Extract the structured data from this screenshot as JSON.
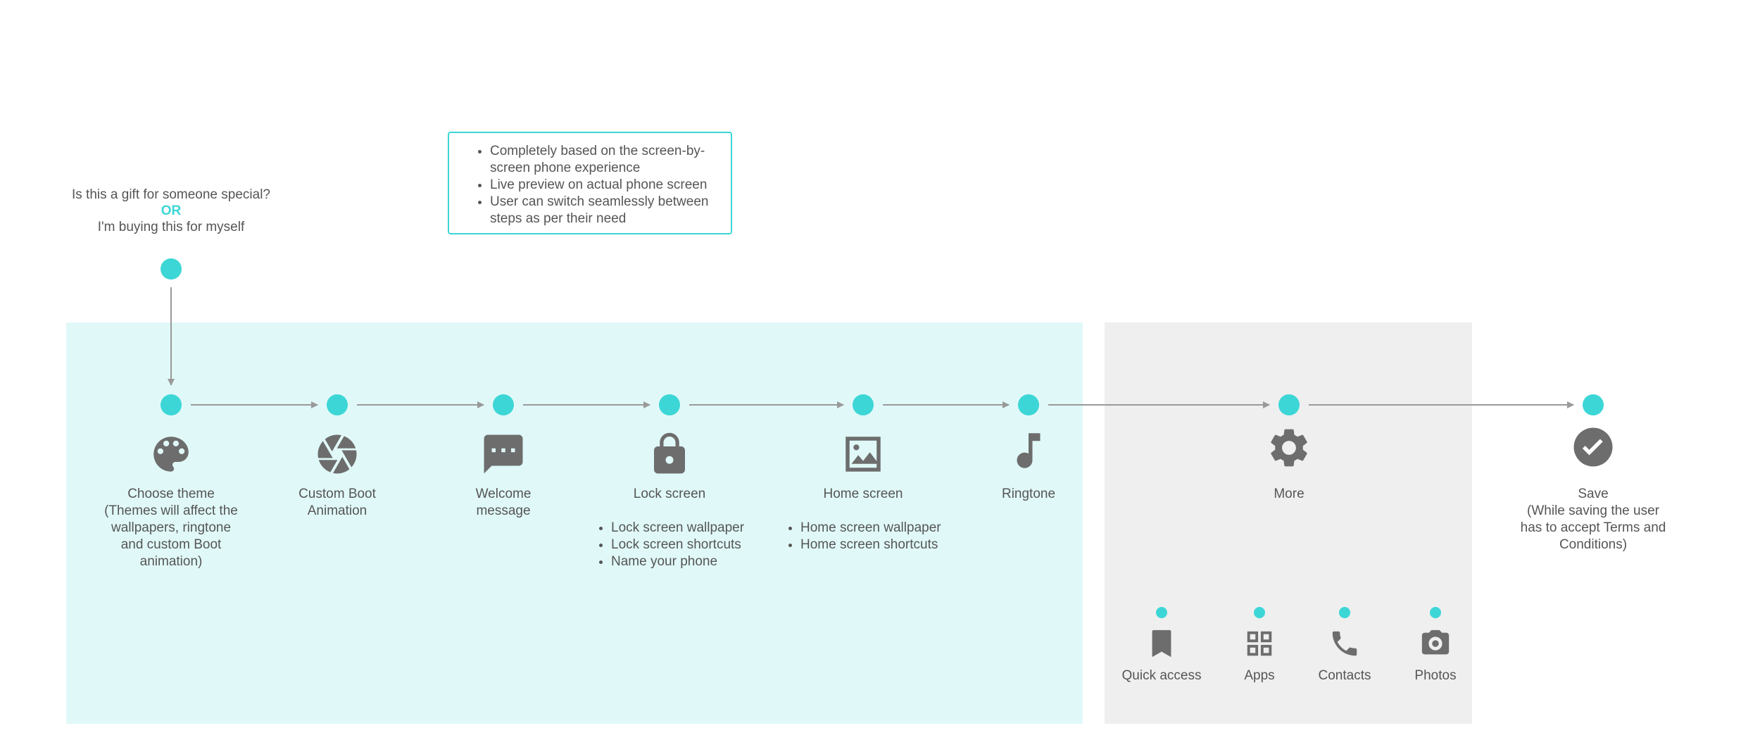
{
  "colors": {
    "accent": "#3dd6d6",
    "icon": "#6d6d6d",
    "line": "#999999",
    "panel_cyan": "#e0f9f8",
    "panel_grey": "#efefef"
  },
  "intro": {
    "question": "Is this a gift for someone special?",
    "or": "OR",
    "alternative": "I'm buying this for myself"
  },
  "callout": {
    "items": [
      "Completely based on the screen-by-screen phone experience",
      "Live preview on actual phone screen",
      "User can switch seamlessly between steps as per their need"
    ]
  },
  "steps": [
    {
      "icon": "palette-icon",
      "title": "Choose theme",
      "sub": "(Themes will affect the wallpapers, ringtone and custom Boot animation)"
    },
    {
      "icon": "shutter-icon",
      "title": "Custom Boot Animation",
      "sub": ""
    },
    {
      "icon": "message-icon",
      "title": "Welcome message",
      "sub": ""
    },
    {
      "icon": "lock-icon",
      "title": "Lock screen",
      "sub": "",
      "bullets": [
        "Lock screen wallpaper",
        "Lock screen shortcuts",
        "Name your phone"
      ]
    },
    {
      "icon": "image-icon",
      "title": "Home screen",
      "sub": "",
      "bullets": [
        "Home screen wallpaper",
        "Home screen shortcuts"
      ]
    },
    {
      "icon": "music-icon",
      "title": "Ringtone",
      "sub": ""
    },
    {
      "icon": "gear-icon",
      "title": "More",
      "sub": ""
    },
    {
      "icon": "check-circle-icon",
      "title": "Save",
      "sub": "(While saving the user has to accept Terms and Conditions)"
    }
  ],
  "more_items": [
    {
      "icon": "bookmark-icon",
      "label": "Quick access"
    },
    {
      "icon": "apps-grid-icon",
      "label": "Apps"
    },
    {
      "icon": "phone-icon",
      "label": "Contacts"
    },
    {
      "icon": "camera-icon",
      "label": "Photos"
    }
  ]
}
